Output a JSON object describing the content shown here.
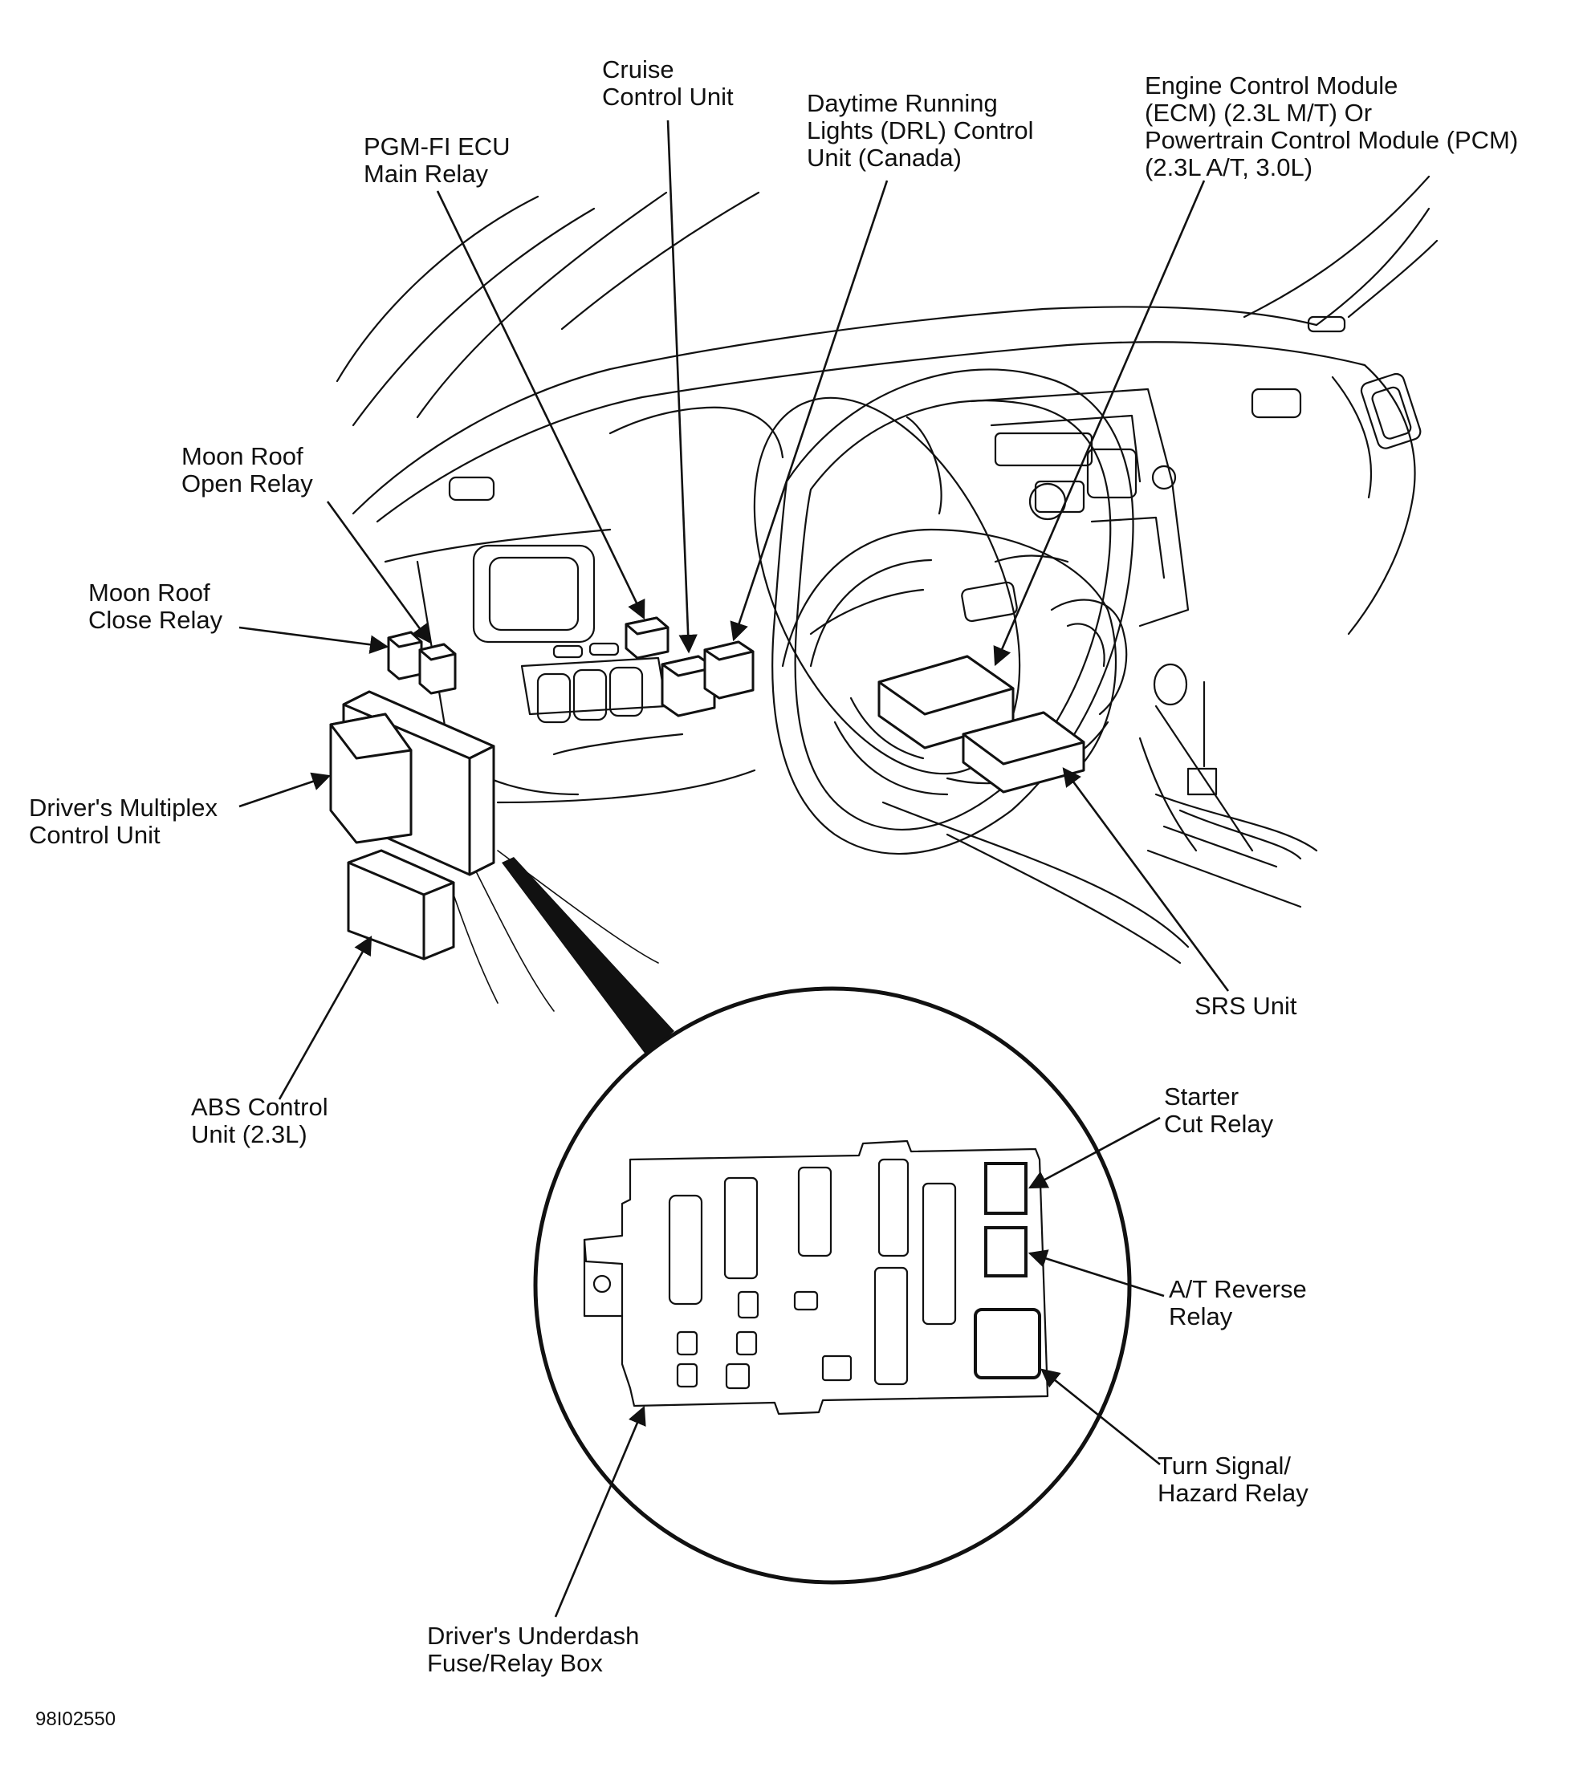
{
  "labels": {
    "cruise": [
      "Cruise",
      "Control Unit"
    ],
    "drl": [
      "Daytime Running",
      "Lights (DRL) Control",
      "Unit (Canada)"
    ],
    "ecm": [
      "Engine Control Module",
      "(ECM) (2.3L M/T) Or",
      "Powertrain Control Module (PCM)",
      "(2.3L A/T, 3.0L)"
    ],
    "pgm": [
      "PGM-FI ECU",
      "Main Relay"
    ],
    "moon_open": [
      "Moon Roof",
      "Open Relay"
    ],
    "moon_close": [
      "Moon Roof",
      "Close Relay"
    ],
    "multiplex": [
      "Driver's Multiplex",
      "Control Unit"
    ],
    "abs": [
      "ABS Control",
      "Unit (2.3L)"
    ],
    "srs": [
      "SRS Unit"
    ],
    "starter": [
      "Starter",
      "Cut Relay"
    ],
    "at_reverse": [
      "A/T Reverse",
      "Relay"
    ],
    "turn_signal": [
      "Turn Signal/",
      "Hazard Relay"
    ],
    "underdash": [
      "Driver's Underdash",
      "Fuse/Relay Box"
    ]
  },
  "figure_code": "98I02550"
}
